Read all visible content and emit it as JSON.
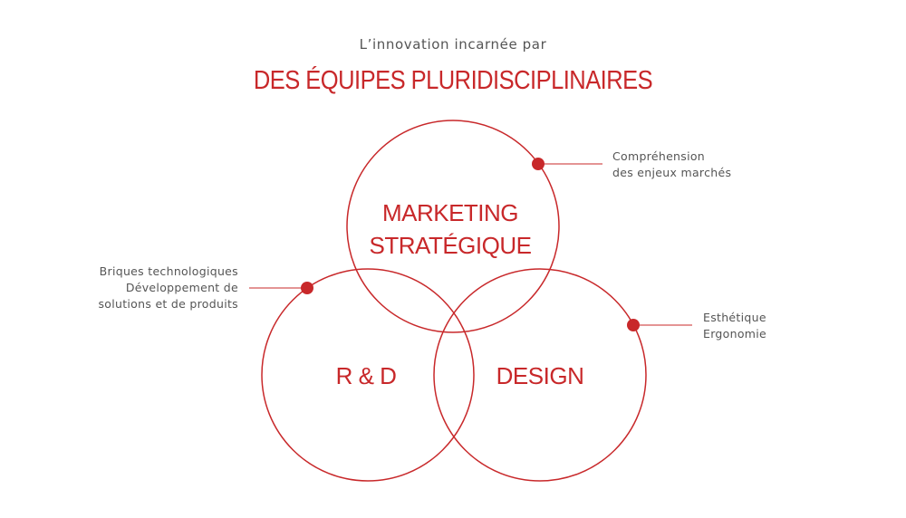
{
  "header": {
    "subtitle": "L’innovation incarnée par",
    "title": "DES ÉQUIPES PLURIDISCIPLINAIRES"
  },
  "colors": {
    "accent": "#c8282a",
    "text": "#555555"
  },
  "circles": {
    "marketing": {
      "lines": [
        "MARKETING",
        "STRATÉGIQUE"
      ],
      "annotation": [
        "Compréhension",
        "des enjeux marchés"
      ]
    },
    "rd": {
      "lines": [
        "R & D"
      ],
      "annotation": [
        "Briques technologiques",
        "Développement de",
        "solutions et de produits"
      ]
    },
    "design": {
      "lines": [
        "DESIGN"
      ],
      "annotation": [
        "Esthétique",
        "Ergonomie"
      ]
    }
  }
}
